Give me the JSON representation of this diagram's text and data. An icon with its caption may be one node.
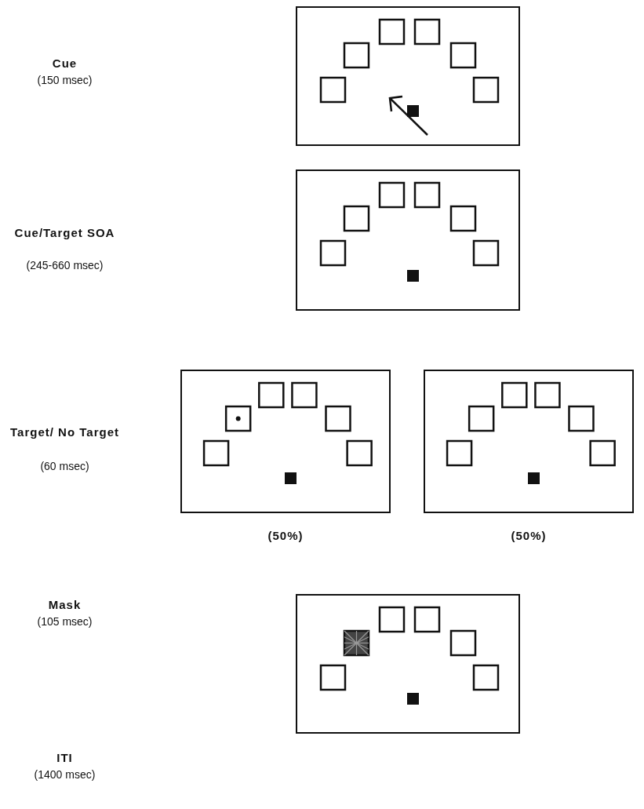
{
  "diagram": {
    "nodes": [
      {
        "text": [],
        "shape": "box"
      },
      {
        "text": [],
        "shape": "box"
      },
      {
        "text": [],
        "shape": "box",
        "beside": [
          "(50%)"
        ]
      },
      {
        "text": [],
        "shape": "box",
        "beside": [
          "(50%)"
        ]
      },
      {
        "text": [],
        "shape": "box"
      }
    ],
    "labels": [
      "Cue",
      "(150 msec)",
      "Cue/Target SOA",
      "(245-660 msec)",
      "Target/ No Target",
      "(60 msec)",
      "Mask",
      "(105 msec)",
      "ITI",
      "(1400 msec)"
    ]
  }
}
